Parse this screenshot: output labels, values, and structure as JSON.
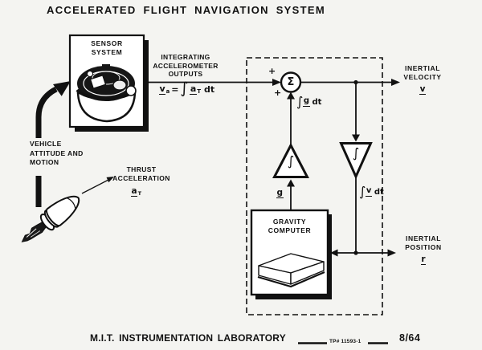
{
  "title": "ACCELERATED FLIGHT NAVIGATION SYSTEM",
  "colors": {
    "paper": "#f4f4f1",
    "ink": "#111111"
  },
  "sensor_box": {
    "label": "SENSOR\nSYSTEM"
  },
  "signal_labels": {
    "integrating": "INTEGRATING\nACCELEROMETER\nOUTPUTS",
    "equation": {
      "lhs": "v",
      "lhs_sub": "a",
      "equals": "=",
      "integral": "∫",
      "rhs": "a",
      "rhs_sub": "T",
      "dt": "dt"
    },
    "int_g_dt": {
      "integral": "∫",
      "var": "g",
      "dt": "dt"
    },
    "int_v_dt": {
      "integral": "∫",
      "var": "v",
      "dt": "dt"
    },
    "g": "g"
  },
  "summing_junction": {
    "symbol": "Σ",
    "plus_top": "+",
    "plus_bottom": "+"
  },
  "integrators": {
    "symbol": "∫"
  },
  "vehicle": {
    "label": "VEHICLE\nATTITUDE AND\nMOTION"
  },
  "thrust": {
    "label": "THRUST\nACCELERATION",
    "symbol": "a",
    "symbol_sub": "T"
  },
  "gravity_box": {
    "label": "GRAVITY\nCOMPUTER"
  },
  "outputs": {
    "velocity": {
      "label": "INERTIAL\nVELOCITY",
      "symbol": "v"
    },
    "position": {
      "label": "INERTIAL\nPOSITION",
      "symbol": "r"
    }
  },
  "footer": {
    "lab": "M.I.T. INSTRUMENTATION LABORATORY",
    "tp": "TP# 11593-1",
    "date": "8/64"
  }
}
